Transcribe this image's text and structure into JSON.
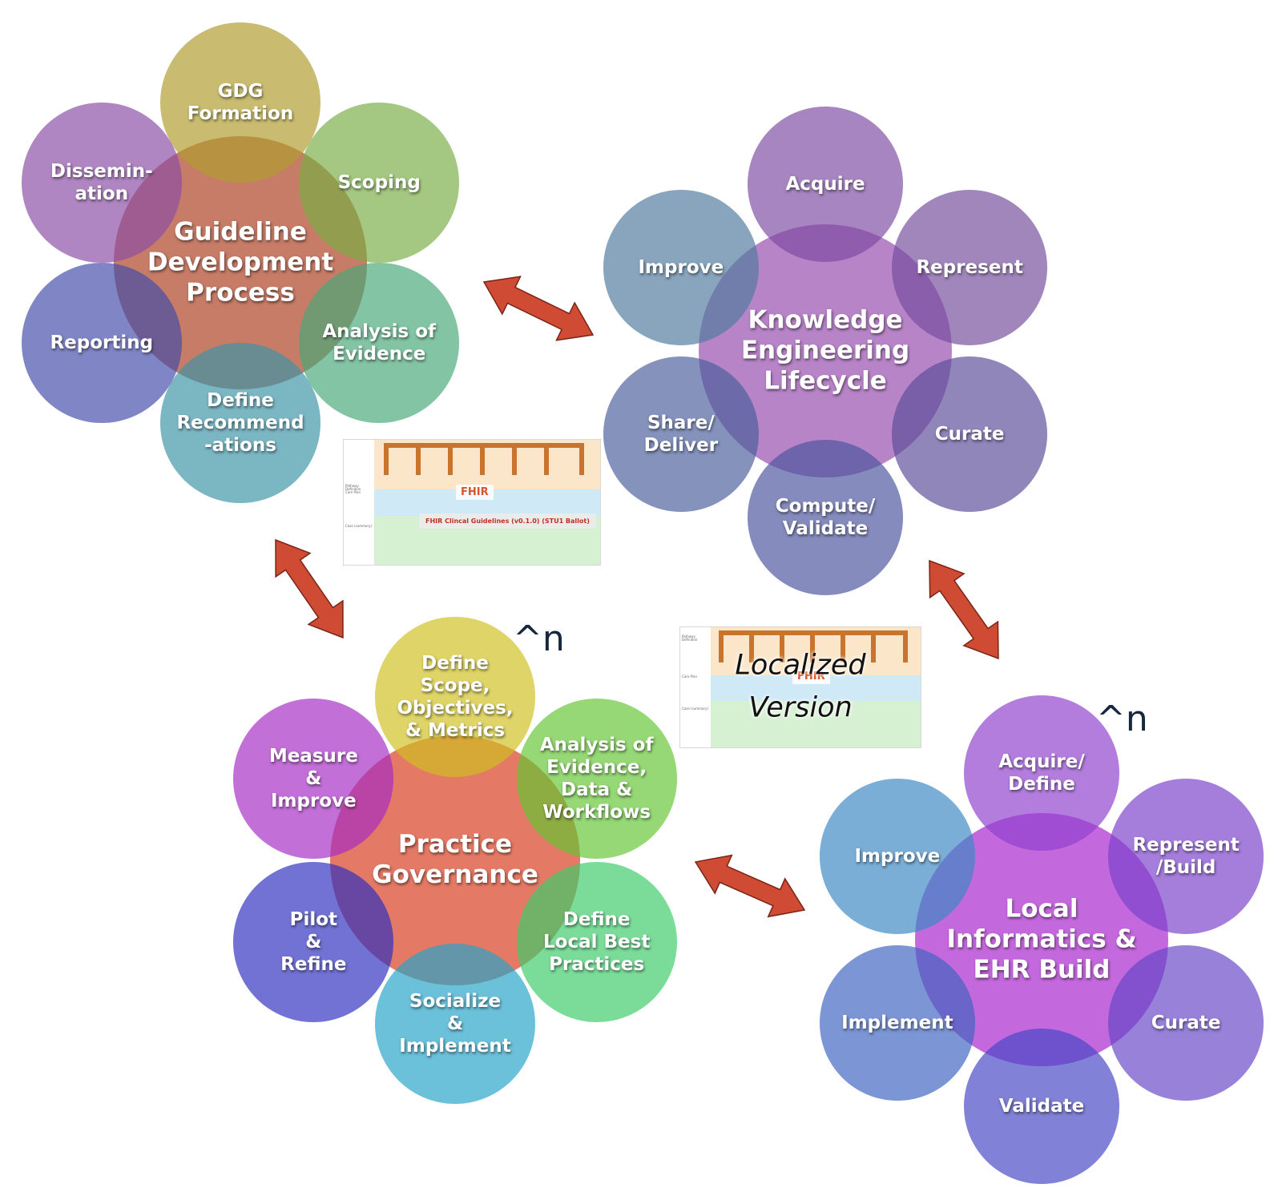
{
  "clusters": [
    {
      "id": "guideline",
      "center": "Guideline\nDevelopment\nProcess",
      "center_color": "#b04a2d",
      "petals": [
        {
          "label": "GDG\nFormation",
          "color": "#b09c2e"
        },
        {
          "label": "Scoping",
          "color": "#79ad45"
        },
        {
          "label": "Analysis of\nEvidence",
          "color": "#48a879"
        },
        {
          "label": "Define\nRecommend\n-ations",
          "color": "#3c94a6"
        },
        {
          "label": "Reporting",
          "color": "#424baa"
        },
        {
          "label": "Dissemin-\nation",
          "color": "#8a4da5"
        }
      ]
    },
    {
      "id": "knowledge",
      "center": "Knowledge\nEngineering\nLifecycle",
      "center_color": "#9c54b3",
      "petals": [
        {
          "label": "Acquire",
          "color": "#7e4ba2"
        },
        {
          "label": "Represent",
          "color": "#744c9c"
        },
        {
          "label": "Curate",
          "color": "#5c4d9a"
        },
        {
          "label": "Compute/\nValidate",
          "color": "#4b559e"
        },
        {
          "label": "Share/\nDeliver",
          "color": "#4a5f9c"
        },
        {
          "label": "Improve",
          "color": "#507a9d"
        }
      ]
    },
    {
      "id": "practice",
      "center": "Practice\nGovernance",
      "center_color": "#d9462a",
      "petals": [
        {
          "label": "Define\nScope,\nObjectives,\n& Metrics",
          "color": "#d0c020"
        },
        {
          "label": "Analysis of\nEvidence,\nData &\nWorkflows",
          "color": "#64c534"
        },
        {
          "label": "Define\nLocal Best\nPractices",
          "color": "#3ccc6a"
        },
        {
          "label": "Socialize\n&\nImplement",
          "color": "#25a3c8"
        },
        {
          "label": "Pilot\n&\nRefine",
          "color": "#2d2fc0"
        },
        {
          "label": "Measure\n&\nImprove",
          "color": "#a72bc6"
        }
      ]
    },
    {
      "id": "local",
      "center": "Local\nInformatics &\nEHR Build",
      "center_color": "#ad2fd0",
      "petals": [
        {
          "label": "Acquire/\nDefine",
          "color": "#8f3fcf"
        },
        {
          "label": "Represent\n/Build",
          "color": "#7a41cc"
        },
        {
          "label": "Curate",
          "color": "#6646c7"
        },
        {
          "label": "Validate",
          "color": "#4545c4"
        },
        {
          "label": "Implement",
          "color": "#3e63c0"
        },
        {
          "label": "Improve",
          "color": "#3b88c4"
        }
      ]
    }
  ],
  "superscripts": [
    "^n",
    "^n"
  ],
  "thumbnails": [
    {
      "fhir_label": "FHIR",
      "caption": "FHIR Clincal Guidelines (v0.1.0) (STU1 Ballot)",
      "rows": [
        "Pathway Definition",
        "Care Plan",
        "Case (summary)"
      ]
    },
    {
      "fhir_label": "FHIR",
      "overlay": "Localized\nVersion",
      "rows": [
        "Pathway Definition",
        "Care Plan",
        "Case (summary)"
      ]
    }
  ],
  "colors": {
    "arrow": "#cf4b34",
    "arrow_stroke": "#7a2416",
    "superscript": "#17273d"
  }
}
